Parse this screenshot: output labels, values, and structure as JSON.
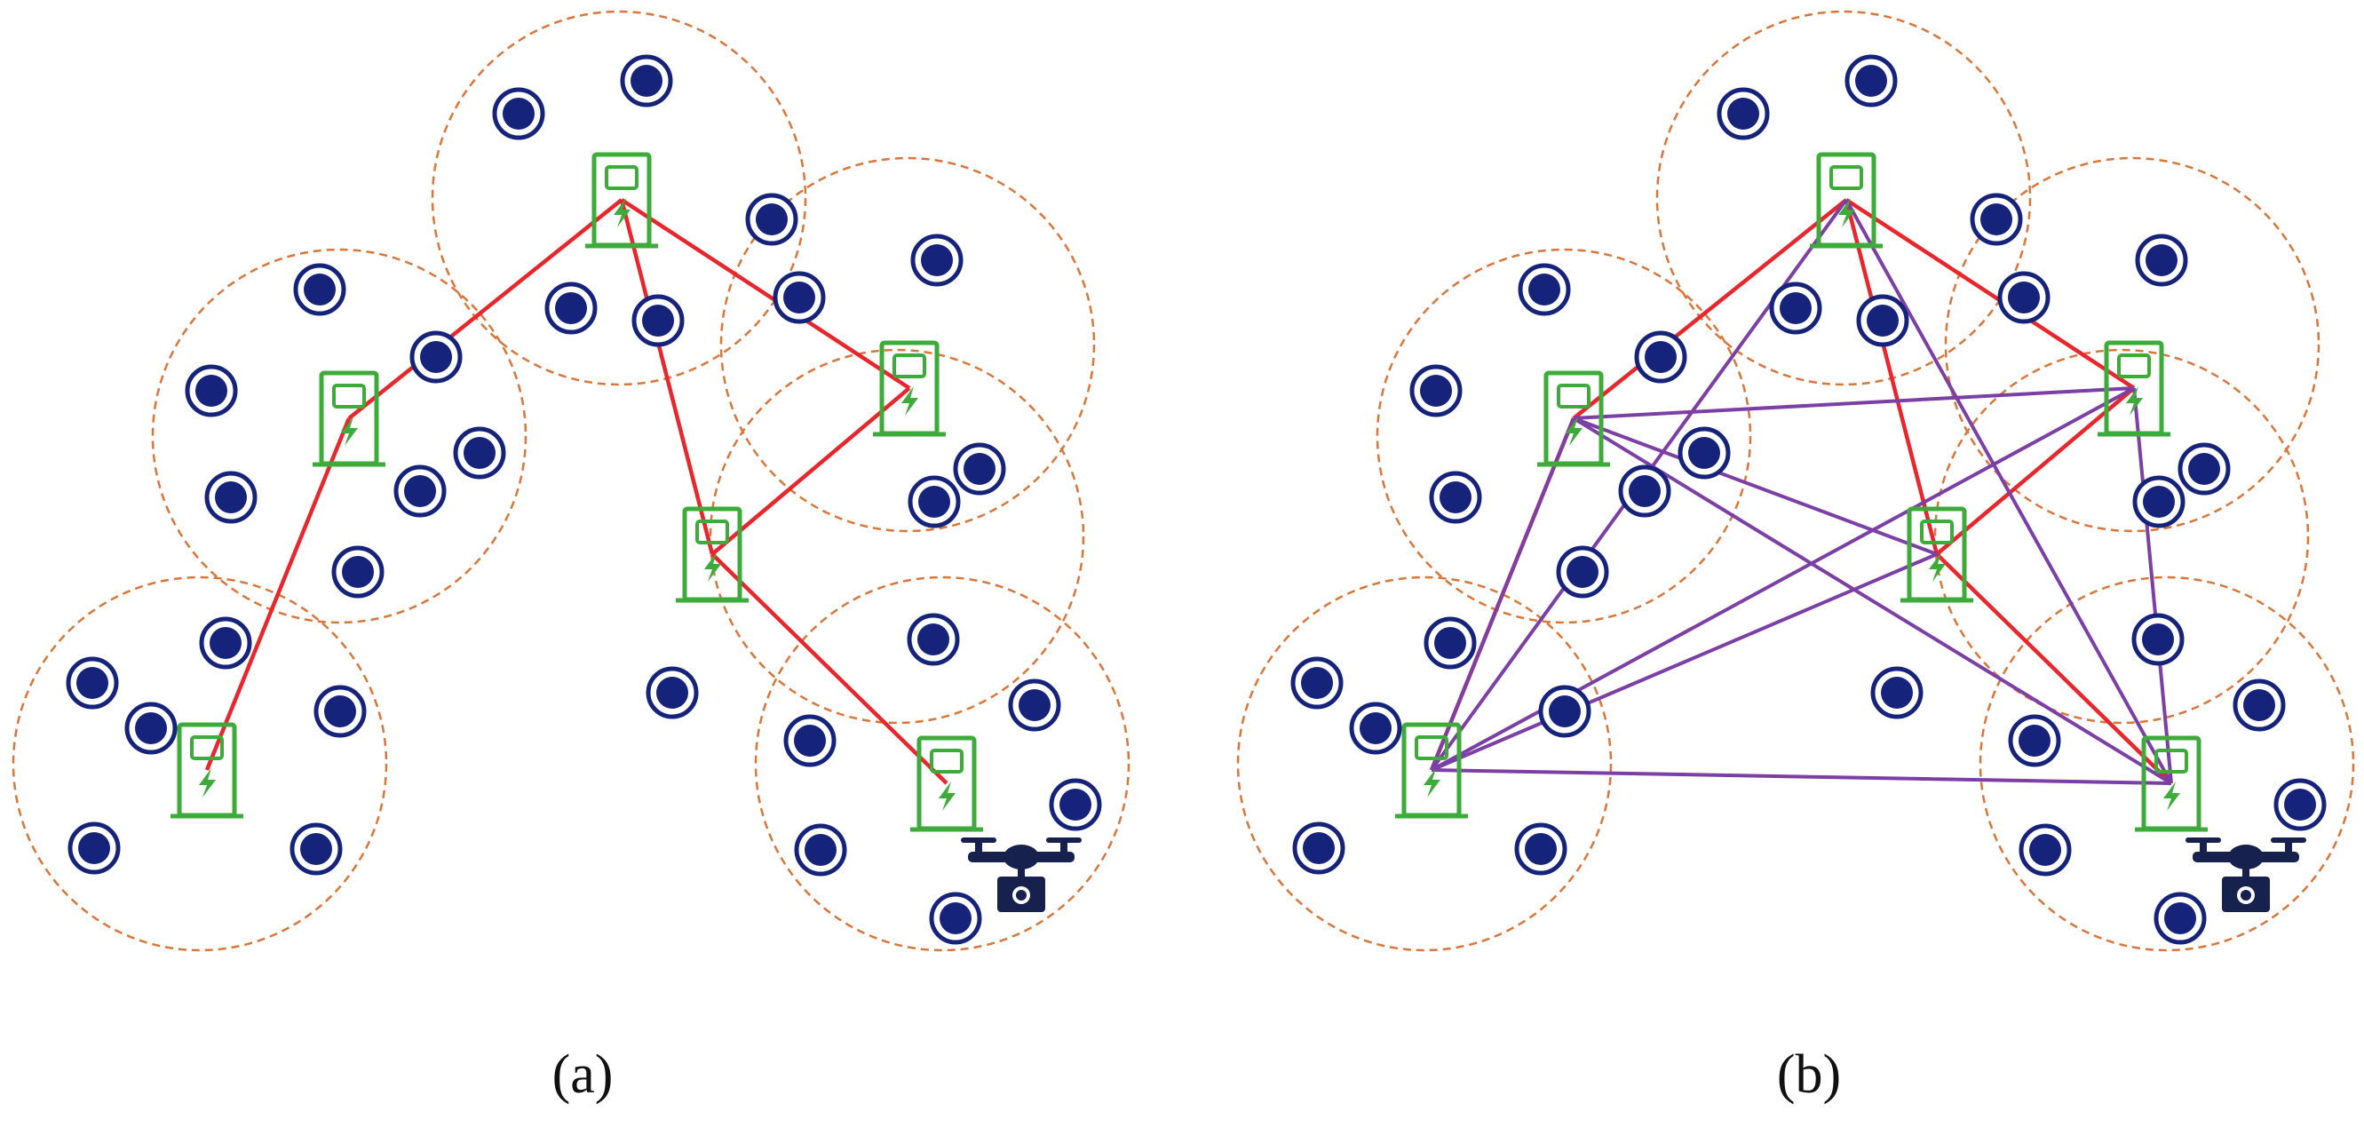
{
  "panels": [
    {
      "caption": "(a)",
      "colors": {
        "cluster_boundary": "#d9763a",
        "tree_link": "#e8262b",
        "mesh_link": "#7b3fa6",
        "station": "#3dab3a",
        "node": "#16237a",
        "drone": "#16214d"
      },
      "cluster_boundary_style": "dashed",
      "link_types": [
        "tree_link"
      ],
      "station_icon": "charging-station-icon",
      "sensor_icon": "sensor-node-icon",
      "drone_icon": "drone-icon"
    },
    {
      "caption": "(b)",
      "colors": {
        "cluster_boundary": "#d9763a",
        "tree_link": "#e8262b",
        "mesh_link": "#7b3fa6",
        "station": "#3dab3a",
        "node": "#16237a",
        "drone": "#16214d"
      },
      "cluster_boundary_style": "dashed",
      "link_types": [
        "tree_link",
        "mesh_link"
      ],
      "station_icon": "charging-station-icon",
      "sensor_icon": "sensor-node-icon",
      "drone_icon": "drone-icon"
    }
  ]
}
